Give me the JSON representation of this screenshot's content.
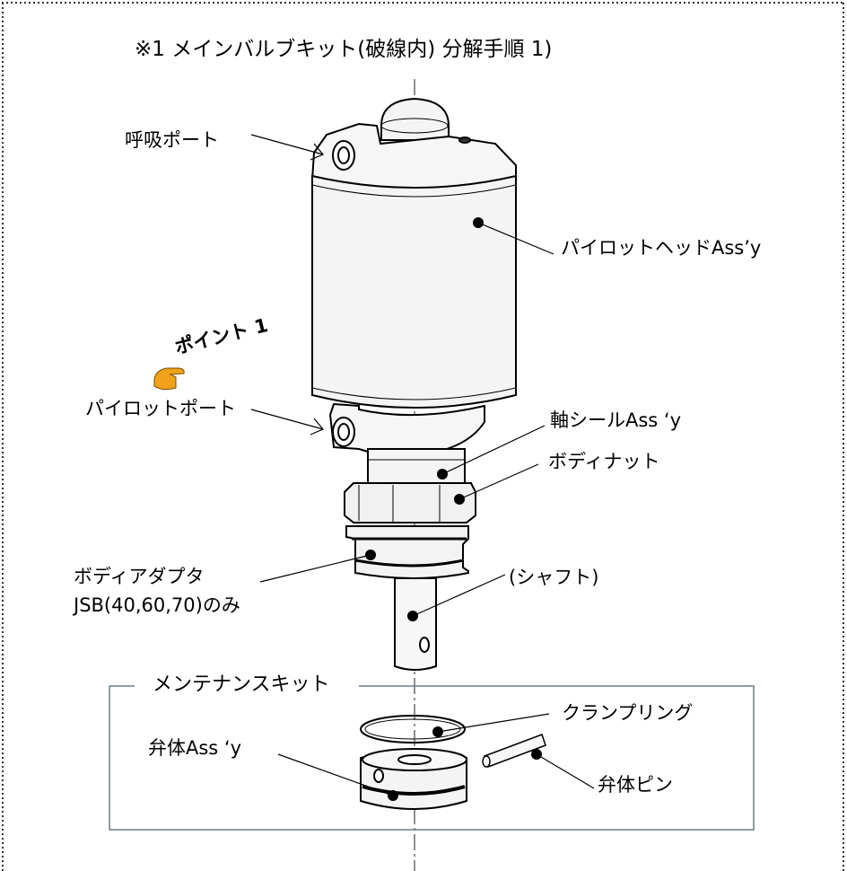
{
  "title": "※1 メインバルブキット(破線内) 分解手順 1)",
  "labels": {
    "breathing_port": "呼吸ポート",
    "pilot_head": "パイロットヘッドAss’y",
    "point": "ポイント 1",
    "pilot_port": "パイロットポート",
    "shaft_seal": "軸シールAss ‘y",
    "body_nut": "ボディナット",
    "body_adapter_line1": "ボディアダプタ",
    "body_adapter_line2": "JSB(40,60,70)のみ",
    "shaft": "(シャフト)",
    "maintenance_kit": "メンテナンスキット",
    "clamp_ring": "クランプリング",
    "valve_body": "弁体Ass ‘y",
    "valve_pin": "弁体ピン"
  },
  "colors": {
    "outline": "#000000",
    "frame_dots": "#333333",
    "kit_box": "#6a7f8a",
    "pointer_hand": "#f0a21a",
    "body_gray": "#efefef"
  },
  "icons": [
    "pointing-hand-icon"
  ]
}
